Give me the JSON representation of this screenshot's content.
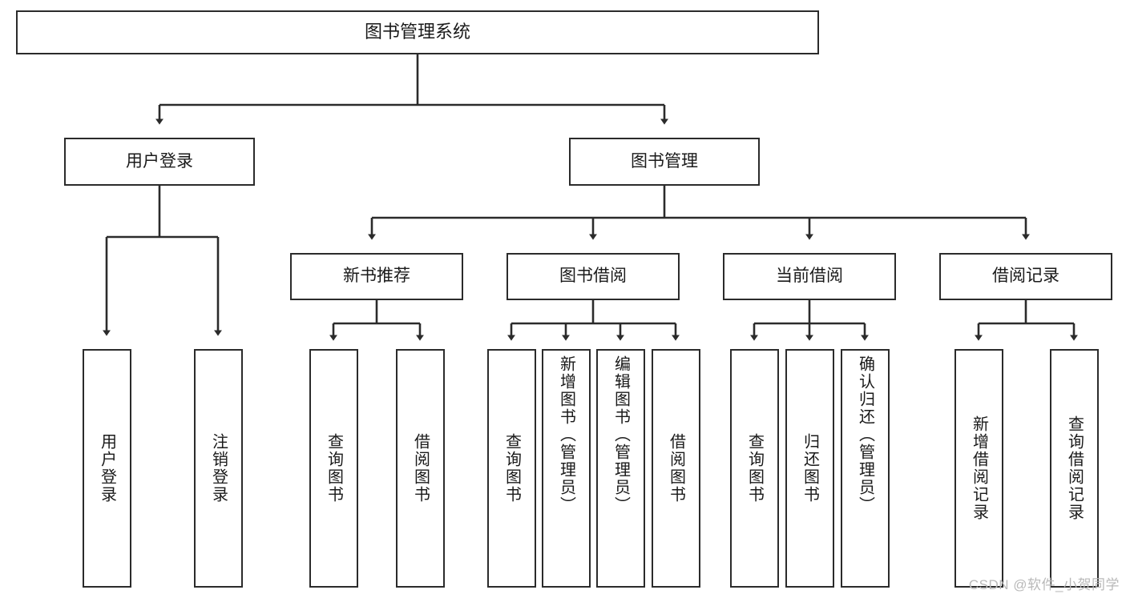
{
  "diagram": {
    "title": "图书管理系统",
    "type": "hierarchy-tree",
    "watermark": "CSDN @软件_小贺同学",
    "colors": {
      "box_border": "#2b2b2b",
      "box_fill": "#ffffff",
      "connector": "#2b2b2b",
      "text": "#1a1a1a",
      "watermark": "#b9b9b9"
    },
    "levels": {
      "level1": [
        {
          "id": "root",
          "label": "图书管理系统"
        }
      ],
      "level2": [
        {
          "id": "user-login",
          "label": "用户登录"
        },
        {
          "id": "book-manage",
          "label": "图书管理"
        }
      ],
      "level3": [
        {
          "id": "new-book-rec",
          "label": "新书推荐"
        },
        {
          "id": "book-borrow",
          "label": "图书借阅"
        },
        {
          "id": "current-borrow",
          "label": "当前借阅"
        },
        {
          "id": "borrow-record",
          "label": "借阅记录"
        }
      ],
      "level4": [
        {
          "id": "leaf-user-login",
          "label": "用户登录",
          "parent": "user-login"
        },
        {
          "id": "leaf-logout-login",
          "label": "注销登录",
          "parent": "user-login"
        },
        {
          "id": "leaf-query-book-1",
          "label": "查询图书",
          "parent": "new-book-rec"
        },
        {
          "id": "leaf-borrow-book-1",
          "label": "借阅图书",
          "parent": "new-book-rec"
        },
        {
          "id": "leaf-query-book-2",
          "label": "查询图书",
          "parent": "book-borrow"
        },
        {
          "id": "leaf-add-book",
          "label": "新增图书（管理员）",
          "parent": "book-borrow"
        },
        {
          "id": "leaf-edit-book",
          "label": "编辑图书（管理员）",
          "parent": "book-borrow"
        },
        {
          "id": "leaf-borrow-book-2",
          "label": "借阅图书",
          "parent": "book-borrow"
        },
        {
          "id": "leaf-query-book-3",
          "label": "查询图书",
          "parent": "current-borrow"
        },
        {
          "id": "leaf-return-book",
          "label": "归还图书",
          "parent": "current-borrow"
        },
        {
          "id": "leaf-confirm-return",
          "label": "确认归还（管理员）",
          "parent": "current-borrow"
        },
        {
          "id": "leaf-add-record",
          "label": "新增借阅记录",
          "parent": "borrow-record"
        },
        {
          "id": "leaf-query-record",
          "label": "查询借阅记录",
          "parent": "borrow-record"
        }
      ]
    }
  }
}
